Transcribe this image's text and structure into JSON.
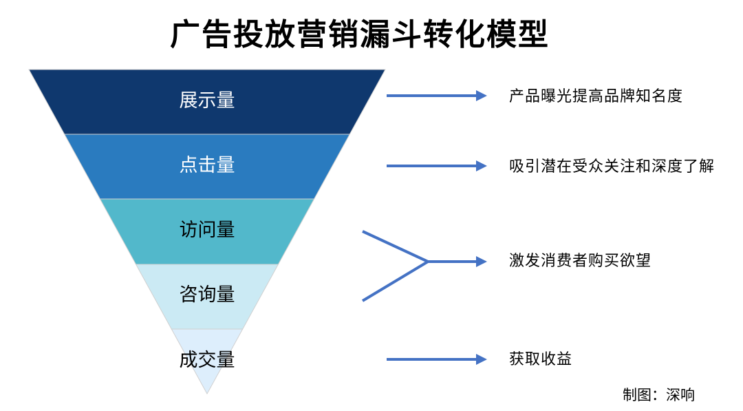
{
  "title": "广告投放营销漏斗转化模型",
  "stages": [
    {
      "label": "展示量",
      "color": "#0f386e",
      "text_color": "#ffffff"
    },
    {
      "label": "点击量",
      "color": "#2a7bbf",
      "text_color": "#ffffff"
    },
    {
      "label": "访问量",
      "color": "#52b8cb",
      "text_color": "#000000"
    },
    {
      "label": "咨询量",
      "color": "#cbeaf4",
      "text_color": "#000000"
    },
    {
      "label": "成交量",
      "color": "#ddeefc",
      "text_color": "#000000"
    }
  ],
  "descriptions": [
    "产品曝光提高品牌知名度",
    "吸引潜在受众关注和深度了解",
    "激发消费者购买欲望",
    "获取收益"
  ],
  "arrow_color": "#4472c4",
  "credit": "制图：深响"
}
